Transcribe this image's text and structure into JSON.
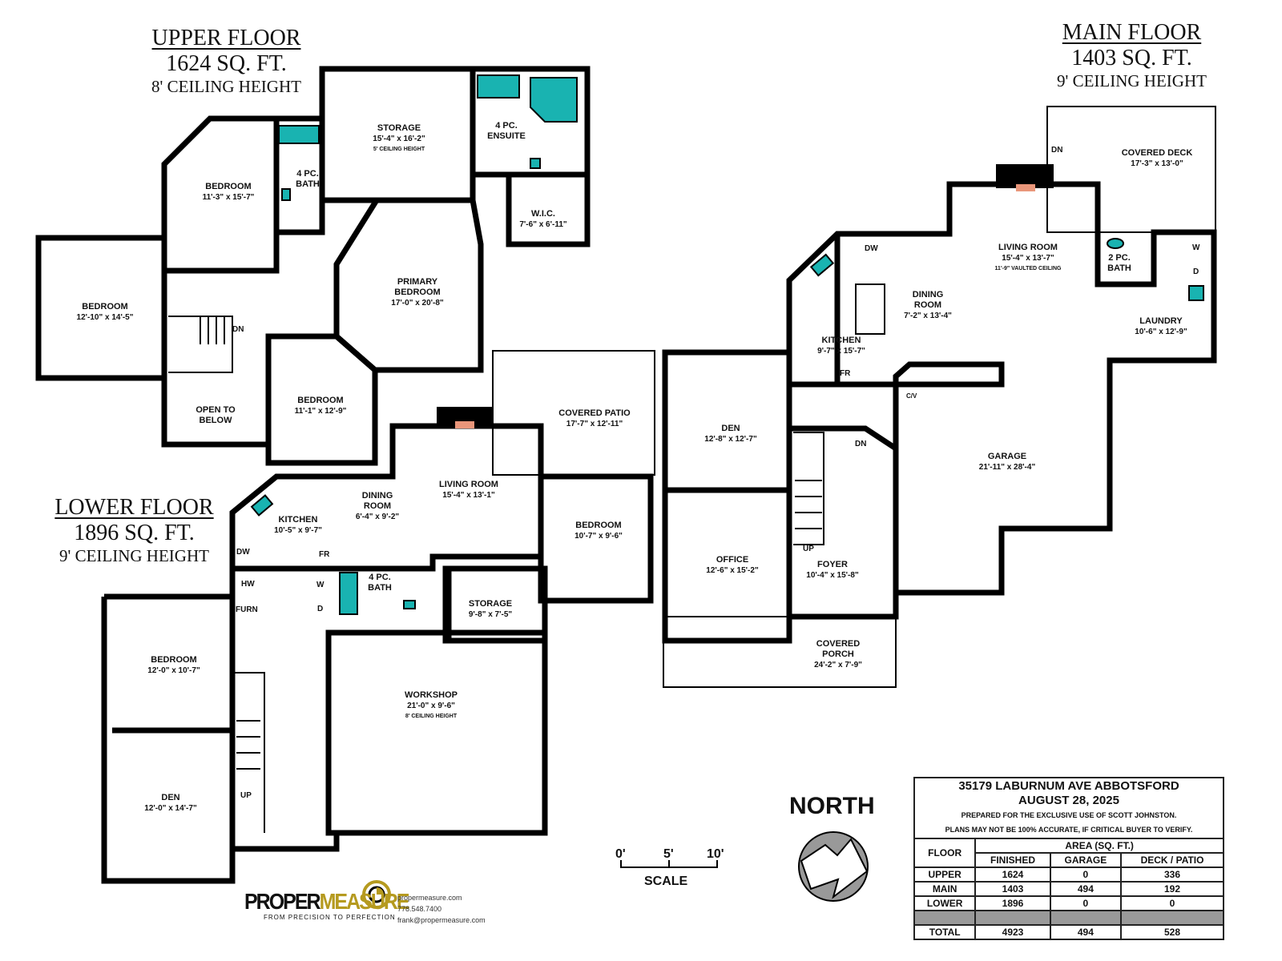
{
  "floors": {
    "upper": {
      "name": "UPPER FLOOR",
      "area": "1624 SQ. FT.",
      "ceiling": "8' CEILING HEIGHT"
    },
    "main": {
      "name": "MAIN FLOOR",
      "area": "1403 SQ. FT.",
      "ceiling": "9' CEILING HEIGHT"
    },
    "lower": {
      "name": "LOWER FLOOR",
      "area": "1896 SQ. FT.",
      "ceiling": "9' CEILING HEIGHT"
    }
  },
  "rooms": [
    {
      "name": "STORAGE",
      "dims": "15'-4\" x 16'-2\"",
      "note": "5' CEILING HEIGHT"
    },
    {
      "name": "4 PC. ENSUITE",
      "dims": "",
      "note": ""
    },
    {
      "name": "BEDROOM",
      "dims": "11'-3\" x 15'-7\"",
      "note": ""
    },
    {
      "name": "4 PC. BATH",
      "dims": "",
      "note": ""
    },
    {
      "name": "W.I.C.",
      "dims": "7'-6\" x 6'-11\"",
      "note": ""
    },
    {
      "name": "BEDROOM",
      "dims": "12'-10\" x 14'-5\"",
      "note": ""
    },
    {
      "name": "PRIMARY BEDROOM",
      "dims": "17'-0\" x 20'-8\"",
      "note": ""
    },
    {
      "name": "BEDROOM",
      "dims": "11'-1\" x 12'-9\"",
      "note": ""
    },
    {
      "name": "OPEN TO BELOW",
      "dims": "",
      "note": ""
    },
    {
      "name": "COVERED PATIO",
      "dims": "17'-7\" x 12'-11\"",
      "note": ""
    },
    {
      "name": "LIVING ROOM",
      "dims": "15'-4\" x 13'-1\"",
      "note": ""
    },
    {
      "name": "DINING ROOM",
      "dims": "6'-4\" x 9'-2\"",
      "note": ""
    },
    {
      "name": "KITCHEN",
      "dims": "10'-5\" x 9'-7\"",
      "note": ""
    },
    {
      "name": "BEDROOM",
      "dims": "10'-7\" x 9'-6\"",
      "note": ""
    },
    {
      "name": "4 PC. BATH",
      "dims": "",
      "note": ""
    },
    {
      "name": "STORAGE",
      "dims": "9'-8\" x 7'-5\"",
      "note": ""
    },
    {
      "name": "BEDROOM",
      "dims": "12'-0\" x 10'-7\"",
      "note": ""
    },
    {
      "name": "WORKSHOP",
      "dims": "21'-0\" x 9'-6\"",
      "note": "8' CEILING HEIGHT"
    },
    {
      "name": "DEN",
      "dims": "12'-0\" x 14'-7\"",
      "note": ""
    },
    {
      "name": "COVERED DECK",
      "dims": "17'-3\" x 13'-0\"",
      "note": ""
    },
    {
      "name": "LIVING ROOM",
      "dims": "15'-4\" x 13'-7\"",
      "note": "11'-9\" VAULTED CEILING"
    },
    {
      "name": "2 PC. BATH",
      "dims": "",
      "note": ""
    },
    {
      "name": "DINING ROOM",
      "dims": "7'-2\" x 13'-4\"",
      "note": ""
    },
    {
      "name": "KITCHEN",
      "dims": "9'-7\" x 15'-7\"",
      "note": ""
    },
    {
      "name": "LAUNDRY",
      "dims": "10'-6\" x 12'-9\"",
      "note": ""
    },
    {
      "name": "DEN",
      "dims": "12'-8\" x 12'-7\"",
      "note": ""
    },
    {
      "name": "GARAGE",
      "dims": "21'-11\" x 28'-4\"",
      "note": ""
    },
    {
      "name": "OFFICE",
      "dims": "12'-6\" x 15'-2\"",
      "note": ""
    },
    {
      "name": "FOYER",
      "dims": "10'-4\" x 15'-8\"",
      "note": ""
    },
    {
      "name": "COVERED PORCH",
      "dims": "24'-2\" x 7'-9\"",
      "note": ""
    }
  ],
  "fixtures": {
    "dn": "DN",
    "up": "UP",
    "dw": "DW",
    "fr": "FR",
    "hw": "HW",
    "furn": "FURN",
    "w": "W",
    "d": "D",
    "cv": "C/V"
  },
  "compass": {
    "label": "NORTH",
    "icon": "north-arrow-icon"
  },
  "scale": {
    "label": "SCALE",
    "ticks": [
      "0'",
      "5'",
      "10'"
    ]
  },
  "info": {
    "address": "35179 LABURNUM AVE ABBOTSFORD",
    "date": "AUGUST 28, 2025",
    "prepared": "PREPARED FOR THE EXCLUSIVE USE OF SCOTT JOHNSTON.",
    "disclaimer": "PLANS MAY NOT BE 100% ACCURATE, IF CRITICAL BUYER TO VERIFY.",
    "col_floor": "FLOOR",
    "col_area": "AREA (SQ. FT.)",
    "col_finished": "FINISHED",
    "col_garage": "GARAGE",
    "col_deck": "DECK / PATIO",
    "rows": [
      {
        "floor": "UPPER",
        "finished": "1624",
        "garage": "0",
        "deck": "336"
      },
      {
        "floor": "MAIN",
        "finished": "1403",
        "garage": "494",
        "deck": "192"
      },
      {
        "floor": "LOWER",
        "finished": "1896",
        "garage": "0",
        "deck": "0"
      }
    ],
    "total": {
      "floor": "TOTAL",
      "finished": "4923",
      "garage": "494",
      "deck": "528"
    }
  },
  "brand": {
    "name_a": "PROPER",
    "name_b": "MEASURE",
    "tagline": "FROM PRECISION TO PERFECTION",
    "website": "propermeasure.com",
    "phone": "778.548.7400",
    "email": "frank@propermeasure.com",
    "colors": {
      "gold": "#b59a1f",
      "teal": "#19b3b1"
    }
  }
}
